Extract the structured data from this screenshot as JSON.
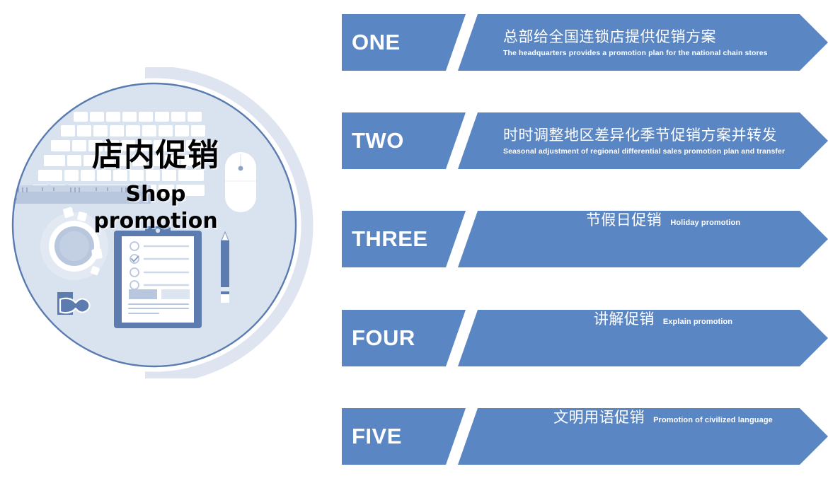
{
  "illustration": {
    "title_cn": "店内促销",
    "title_en_line1": "Shop",
    "title_en_line2": "promotion",
    "scene_items": [
      "keyboard",
      "mouse",
      "ruler",
      "coffee-cup",
      "clipboard",
      "pencil",
      "binder-clip"
    ],
    "colors": {
      "circle_fill": "#d8e1ef",
      "circle_stroke": "#5a7bb0",
      "outer_arc": "#dde4ef",
      "accent_dark": "#5c7cb0",
      "accent_mid": "#b7c6de",
      "accent_light": "#dfe7f2",
      "white": "#ffffff"
    }
  },
  "steps": {
    "accent": "#5b86c4",
    "label_color": "#ffffff",
    "items": [
      {
        "number": "ONE",
        "title_cn": "总部给全国连锁店提供促销方案",
        "title_en": "The headquarters provides a promotion plan for the national chain stores",
        "layout": "stacked"
      },
      {
        "number": "TWO",
        "title_cn": "时时调整地区差异化季节促销方案并转发",
        "title_en": "Seasonal adjustment of regional differential sales promotion plan and transfer",
        "layout": "stacked"
      },
      {
        "number": "THREE",
        "title_cn": "节假日促销",
        "title_en": "Holiday promotion",
        "layout": "inline"
      },
      {
        "number": "FOUR",
        "title_cn": "讲解促销",
        "title_en": "Explain promotion",
        "layout": "inline"
      },
      {
        "number": "FIVE",
        "title_cn": "文明用语促销",
        "title_en": "Promotion of civilized language",
        "layout": "inline"
      }
    ]
  }
}
